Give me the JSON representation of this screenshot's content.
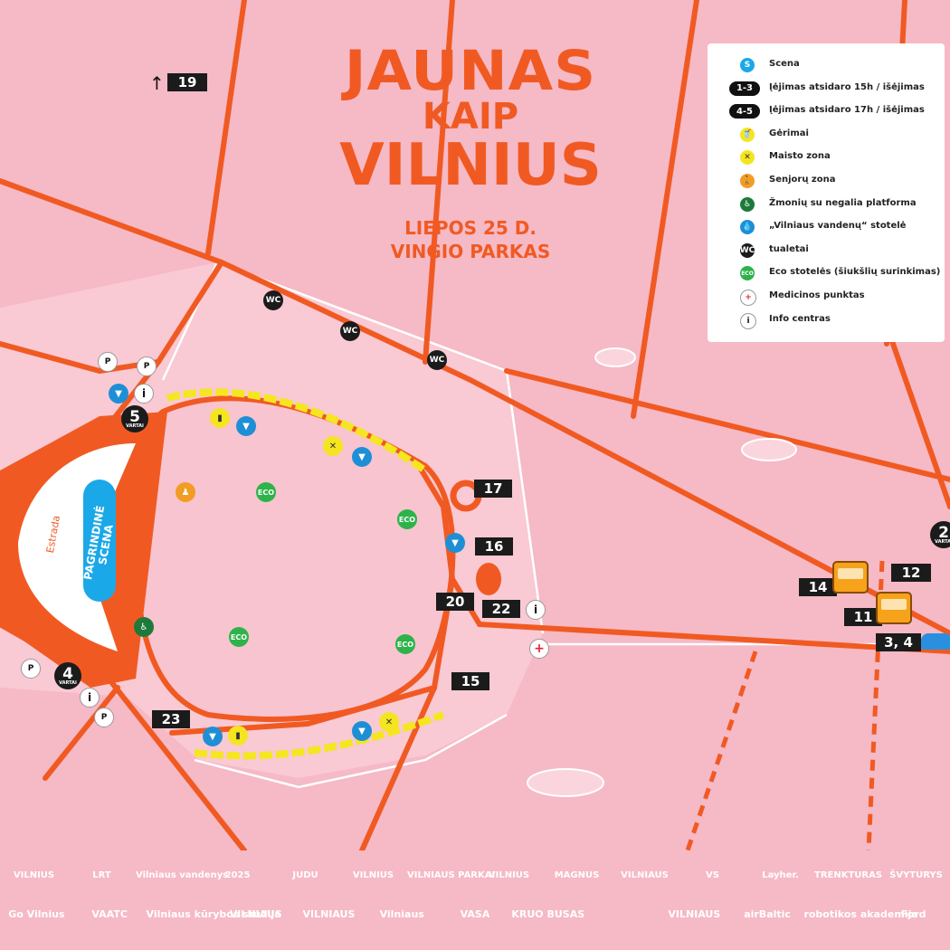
{
  "title": {
    "line1": "JAUNAS",
    "line2": "KAIP",
    "line3": "VILNIUS"
  },
  "subtitle": {
    "date": "LIEPOS 25 D.",
    "place": "VINGIO PARKAS"
  },
  "colors": {
    "background": "#f6b9c6",
    "road": "#f05a22",
    "accent": "#f05a22",
    "scene": "#1ba8e8"
  },
  "stage": {
    "label": "PAGRINDINĖ SCENA",
    "estrada": "Estrada"
  },
  "legend": [
    {
      "icon": "S",
      "kind": "scene",
      "label": "Scena"
    },
    {
      "icon": "1-3",
      "kind": "gate-pill",
      "label": "Įėjimas atsidaro 15h / išėjimas"
    },
    {
      "icon": "4-5",
      "kind": "gate-pill",
      "label": "Įėjimas atsidaro 17h / išėjimas"
    },
    {
      "icon": "🥤",
      "kind": "drink",
      "label": "Gėrimai"
    },
    {
      "icon": "✕",
      "kind": "food",
      "label": "Maisto zona"
    },
    {
      "icon": "🚶",
      "kind": "senior",
      "label": "Senjorų zona"
    },
    {
      "icon": "♿",
      "kind": "access",
      "label": "Žmonių su negalia platforma"
    },
    {
      "icon": "💧",
      "kind": "water",
      "label": "„Vilniaus vandenų“ stotelė"
    },
    {
      "icon": "WC",
      "kind": "wc",
      "label": "tualetai"
    },
    {
      "icon": "ECO",
      "kind": "eco",
      "label": "Eco stotelės (šiukšlių surinkimas)"
    },
    {
      "icon": "+",
      "kind": "med",
      "label": "Medicinos punktas"
    },
    {
      "icon": "i",
      "kind": "info",
      "label": "Info centras"
    }
  ],
  "markers": {
    "n19": "19",
    "n17": "17",
    "n16": "16",
    "n20": "20",
    "n22": "22",
    "n15": "15",
    "n23": "23",
    "n14": "14",
    "n12": "12",
    "n11": "11",
    "n34": "3, 4",
    "arrow": "↑"
  },
  "gates": {
    "g5": "5",
    "g4": "4",
    "g2": "2",
    "gate_word": "VARTAI"
  },
  "pins": {
    "wc": "WC",
    "eco": "ECO",
    "info": "i",
    "med": "+",
    "park": "P"
  },
  "sponsors_row1": [
    "VILNIUS",
    "LRT",
    "Vilniaus vandenys",
    "2025",
    "JUDU",
    "VILNIUS",
    "VILNIAUS PARKAI",
    "VILNIUS",
    "MAGNUS",
    "VILNIAUS",
    "VS",
    "Layher.",
    "TRENKTURAS",
    "ŠVYTURYS"
  ],
  "sponsors_row2": [
    "Go Vilnius",
    "VAATC",
    "Vilniaus kūrybos studija",
    "VILNIAUS",
    "VILNIAUS",
    "Vilniaus",
    "VASA",
    "KRUO BUSAS",
    "",
    "VILNIAUS",
    "airBaltic",
    "robotikos akademija",
    "Ford"
  ]
}
